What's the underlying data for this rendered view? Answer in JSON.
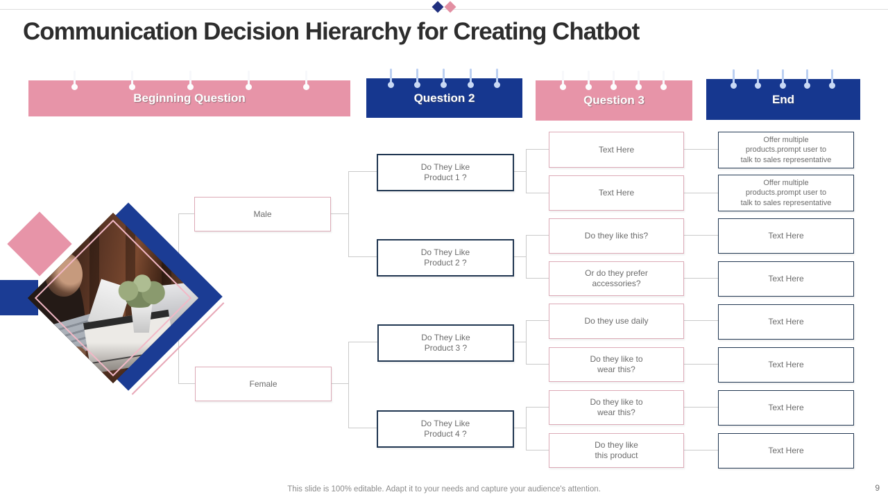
{
  "slide": {
    "title": "Communication Decision Hierarchy for Creating Chatbot",
    "footer": "This slide is 100% editable. Adapt it to your needs and capture your audience's attention.",
    "page_number": "9"
  },
  "columns": {
    "beginning": "Beginning Question",
    "q2": "Question 2",
    "q3": "Question 3",
    "end": "End"
  },
  "nodes": {
    "gender": [
      "Male",
      "Female"
    ],
    "products": [
      "Do They Like\nProduct 1 ?",
      "Do They Like\nProduct 2 ?",
      "Do They Like\nProduct 3 ?",
      "Do They Like\nProduct 4 ?"
    ],
    "question3": [
      "Text Here",
      "Text Here",
      "Do they like this?",
      "Or do they prefer\naccessories?",
      "Do they use daily",
      "Do they like to\nwear this?",
      "Do they like to\nwear this?",
      "Do they like\nthis product"
    ],
    "end": [
      "Offer multiple\nproducts.prompt user to\ntalk to sales representative",
      "Offer multiple\nproducts.prompt user to\ntalk to sales representative",
      "Text Here",
      "Text Here",
      "Text Here",
      "Text Here",
      "Text Here",
      "Text Here"
    ]
  },
  "colors": {
    "banner_pink": "#e794a8",
    "banner_navy": "#16378f",
    "pink_border": "#dca9b6",
    "navy_border": "#1f3550",
    "connector": "#c9c9c9",
    "accent_navy": "#1b3c94",
    "accent_pink": "#e7a6b6"
  }
}
